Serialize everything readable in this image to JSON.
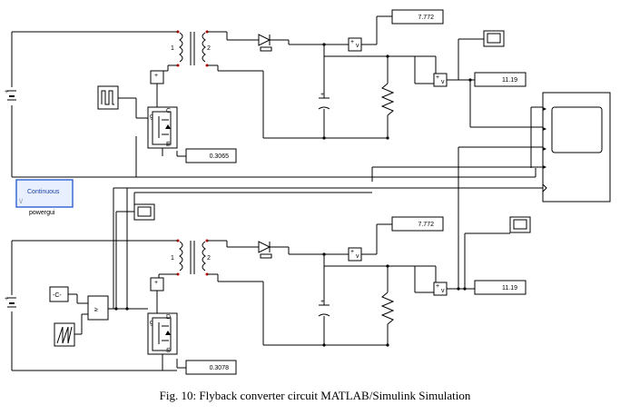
{
  "powergui": {
    "mode": "Continuous",
    "name": "powergui"
  },
  "top_circuit": {
    "transformer_primary": "1",
    "transformer_secondary": "2",
    "display_voltage": "7.772",
    "display_output": "11.19",
    "display_switch": "0.3065",
    "switch_label_g": "g",
    "switch_label_c": "C",
    "switch_label_e": "E",
    "meter_label": "v"
  },
  "bottom_circuit": {
    "transformer_primary": "1",
    "transformer_secondary": "2",
    "display_voltage": "7.772",
    "display_output": "11.19",
    "display_switch": "0.3078",
    "constant_label": "-C-",
    "compare_label": "≥",
    "switch_label_g": "g",
    "switch_label_d": "D",
    "switch_label_s": "S",
    "meter_label": "v"
  },
  "caption": "Fig. 10: Flyback converter circuit MATLAB/Simulink Simulation"
}
